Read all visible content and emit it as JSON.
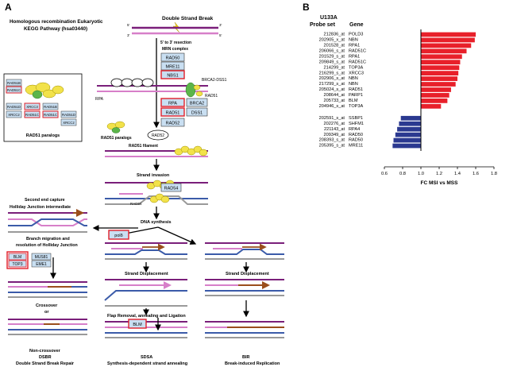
{
  "panel_a": {
    "letter": "A",
    "title_line1": "Homologous recombination Eukaryotic",
    "title_line2": "KEGG Pathway (hsa03440)",
    "dsb_label": "Double Strand Break",
    "five_prime": "5'",
    "three_prime": "3'",
    "resection_label": "5' to 3' resection",
    "mrn_label": "MRN complex",
    "rad50": "RAD50",
    "mre11": "MRE11",
    "nbs1": "NBS1",
    "brca2_dss1_label": "BRCA2-DSS1",
    "rad51_side": "RAD51",
    "rpa_label": "RPA",
    "rpa_box": "RPA",
    "rad51_box": "RAD51",
    "rad52_box": "RAD52",
    "brca2_box": "BRCA2",
    "dss1_box": "DSS1",
    "rad52_oval": "RAD52",
    "paralogs_short": "RAD51 paralogs",
    "filament_label": "RAD51 filament",
    "strand_invasion": "Strand invasion",
    "rad54_box": "RAD54",
    "rad54_label": "RAD54",
    "dna_synthesis": "DNA synthesis",
    "pol_delta": "polδ",
    "paralog_box": {
      "rad51b_a": "RAD51B",
      "rad51c_a": "RAD51C",
      "rad51d_a": "RAD51D",
      "xrcc3": "XRCC3",
      "rad51b_b": "RAD51B",
      "xrcc2_a": "XRCC2",
      "rad51c_b": "RAD51C",
      "rad51c_c": "RAD51C",
      "rad51d_b": "RAD51D",
      "xrcc2_b": "XRCC2",
      "caption": "RAD51 paralogs"
    },
    "second_end_capture": "Second end capture",
    "holliday_intermediate": "Holliday Junction intermediate",
    "branch_migration_line1": "Branch migration and",
    "branch_migration_line2": "resolution of Holliday Junction",
    "blm_a": "BLM",
    "top3": "TOP3",
    "mus81": "MUS81",
    "eme1": "EME1",
    "crossover": "Crossover",
    "or": "or",
    "noncrossover": "Non-crossover",
    "dsbr": "DSBR",
    "dsbr_full": "Double Strand Break Repair",
    "strand_displacement_mid": "Strand Displacement",
    "strand_displacement_right": "Strand Displacement",
    "flap_removal": "Flap Removal, annealing and Ligation",
    "blm_b": "BLM",
    "sdsa": "SDSA",
    "sdsa_full": "Synthesis-dependent strand annealing",
    "bir": "BIR",
    "bir_full": "Break-induced Replication"
  },
  "panel_b": {
    "letter": "B",
    "header_u133a": "U133A",
    "header_probe": "Probe set",
    "header_gene": "Gene",
    "rows": [
      {
        "probe": "212836_at",
        "gene": "POLD3"
      },
      {
        "probe": "202905_x_at",
        "gene": "NBN"
      },
      {
        "probe": "201528_at",
        "gene": "RPA1"
      },
      {
        "probe": "206066_s_at",
        "gene": "RAD51C"
      },
      {
        "probe": "201529_s_at",
        "gene": "RPA1"
      },
      {
        "probe": "209849_s_at",
        "gene": "RAD51C"
      },
      {
        "probe": "214299_at",
        "gene": "TOP3A"
      },
      {
        "probe": "216299_s_at",
        "gene": "XRCC3"
      },
      {
        "probe": "202906_s_at",
        "gene": "NBN"
      },
      {
        "probe": "217299_s_at",
        "gene": "NBN"
      },
      {
        "probe": "205024_s_at",
        "gene": "RAD51"
      },
      {
        "probe": "208644_at",
        "gene": "PARP1"
      },
      {
        "probe": "205733_at",
        "gene": "BLM"
      },
      {
        "probe": "204946_s_at",
        "gene": "TOP3A"
      },
      {
        "probe": "202591_s_at",
        "gene": "SSBP1"
      },
      {
        "probe": "202276_at",
        "gene": "SHFM1"
      },
      {
        "probe": "221143_at",
        "gene": "RPA4"
      },
      {
        "probe": "209349_at",
        "gene": "RAD50"
      },
      {
        "probe": "208393_s_at",
        "gene": "RAD50"
      },
      {
        "probe": "205395_s_at",
        "gene": "MRE11"
      }
    ]
  },
  "colors": {
    "up": "#e8202a",
    "down": "#2b3990",
    "box_fill": "#c9dff2",
    "box_red": "#e0202a",
    "purple": "#7a1f7a",
    "pink": "#d77fc9",
    "blue": "#3b5ba9",
    "gray": "#9a9a9a",
    "brown": "#9a4e1c",
    "yellow": "#f2e24a",
    "green": "#5cb54a"
  },
  "chart_data": {
    "type": "bar",
    "orientation": "horizontal",
    "categories": [
      "POLD3",
      "NBN",
      "RPA1",
      "RAD51C",
      "RPA1",
      "RAD51C",
      "TOP3A",
      "XRCC3",
      "NBN",
      "NBN",
      "RAD51",
      "PARP1",
      "BLM",
      "TOP3A",
      "SSBP1",
      "SHFM1",
      "RPA4",
      "RAD50",
      "RAD50",
      "MRE11"
    ],
    "values": [
      1.6,
      1.59,
      1.55,
      1.5,
      1.45,
      1.43,
      1.42,
      1.41,
      1.4,
      1.38,
      1.33,
      1.31,
      1.29,
      1.22,
      0.78,
      0.76,
      0.74,
      0.72,
      0.7,
      0.69
    ],
    "xlabel": "FC MSI vs MSS",
    "xlim": [
      0.6,
      1.8
    ],
    "xticks": [
      "0.6",
      "0.8",
      "1.0",
      "1.2",
      "1.4",
      "1.6",
      "1.8"
    ],
    "baseline": 1.0,
    "grid": false
  }
}
